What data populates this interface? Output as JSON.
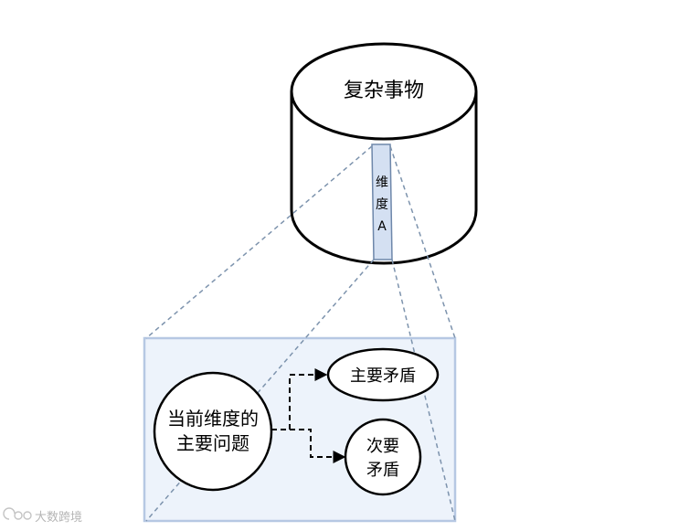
{
  "diagram": {
    "cylinder_label": "复杂事物",
    "dimension_label": [
      "维",
      "度",
      "A"
    ],
    "core_issue": [
      "当前维度的",
      "主要问题"
    ],
    "primary_contradiction": "主要矛盾",
    "secondary_contradiction": [
      "次要",
      "矛盾"
    ]
  },
  "watermark": {
    "text": "大数跨境"
  },
  "colors": {
    "stroke": "#000000",
    "panel_fill": "#edf3fb",
    "panel_stroke": "#b6c8e3",
    "strip_fill": "#d4e0f2",
    "guide_line": "#7d93ad"
  }
}
